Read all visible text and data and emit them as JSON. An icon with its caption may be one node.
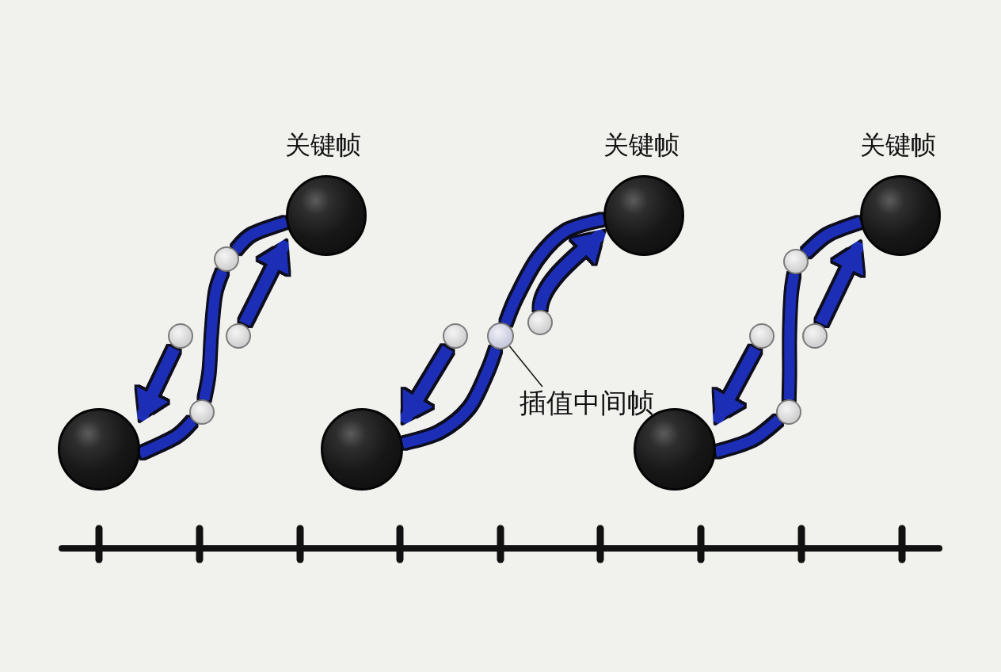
{
  "diagram": {
    "nodes": [
      {
        "text": [
          "关键帧"
        ]
      },
      {
        "text": [],
        "shape": "circle"
      },
      {
        "text": [],
        "shape": "circle"
      },
      {
        "text": [],
        "shape": "circle"
      },
      {
        "text": [],
        "shape": "circle"
      },
      {
        "text": [],
        "shape": "circle"
      },
      {
        "text": [
          "关键帧"
        ]
      },
      {
        "text": [],
        "shape": "circle"
      },
      {
        "text": [],
        "shape": "circle"
      },
      {
        "text": [],
        "shape": "circle"
      },
      {
        "text": [
          "插值中间帧"
        ]
      },
      {
        "text": [],
        "shape": "circle"
      },
      {
        "text": [
          "关键帧"
        ]
      },
      {
        "text": [],
        "shape": "circle"
      },
      {
        "text": [],
        "shape": "circle"
      },
      {
        "text": [],
        "shape": "circle"
      },
      {
        "text": [],
        "shape": "circle"
      },
      {
        "text": [],
        "shape": "circle"
      }
    ],
    "edges": [
      {
        "from": 5,
        "to": 4,
        "arrow": "none"
      },
      {
        "from": 4,
        "to": 1,
        "arrow": "none"
      },
      {
        "from": 1,
        "to": 0,
        "arrow": "none"
      },
      {
        "from": 3,
        "to": 0,
        "arrow": "to"
      },
      {
        "from": 2,
        "to": 5,
        "arrow": "to"
      },
      {
        "from": 11,
        "to": 8,
        "arrow": "none"
      },
      {
        "from": 8,
        "to": 6,
        "arrow": "none"
      },
      {
        "from": 9,
        "to": 6,
        "arrow": "to"
      },
      {
        "from": 7,
        "to": 11,
        "arrow": "to"
      },
      {
        "from": 10,
        "to": 8,
        "arrow": "none",
        "color": "#1a1a1a"
      },
      {
        "from": 17,
        "to": 16,
        "arrow": "none"
      },
      {
        "from": 16,
        "to": 13,
        "arrow": "none"
      },
      {
        "from": 13,
        "to": 12,
        "arrow": "none"
      },
      {
        "from": 15,
        "to": 12,
        "arrow": "to"
      },
      {
        "from": 14,
        "to": 17,
        "arrow": "to"
      }
    ]
  }
}
